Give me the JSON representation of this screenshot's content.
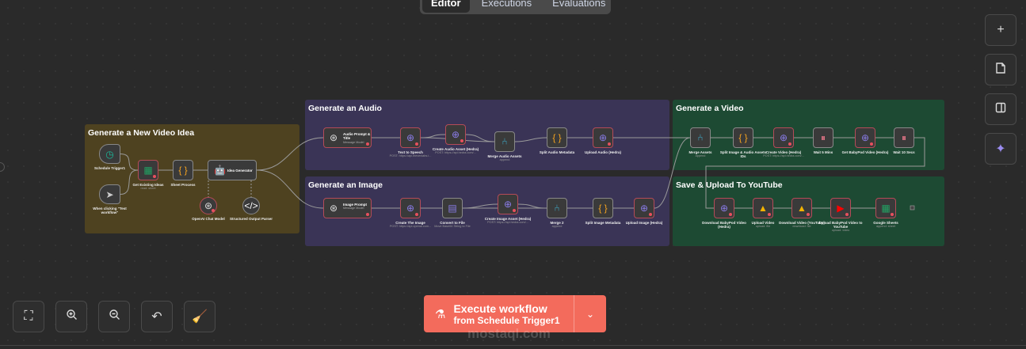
{
  "tabs": [
    "Editor",
    "Executions",
    "Evaluations"
  ],
  "sections": {
    "idea": {
      "title": "Generate a New Video Idea",
      "color": "#4e4220"
    },
    "audio": {
      "title": "Generate an Audio",
      "color": "#3a3456"
    },
    "image": {
      "title": "Generate an Image",
      "color": "#3a3456"
    },
    "video": {
      "title": "Generate a Video",
      "color": "#1d4a33"
    },
    "youtube": {
      "title": "Save & Upload To YouTube",
      "color": "#1d4a33"
    }
  },
  "nodes": {
    "schedule_trigger": {
      "label": "Schedule Trigger1",
      "icon": "clock-icon"
    },
    "manual_trigger": {
      "label": "When clicking \"Test workflow\"",
      "icon": "cursor-icon"
    },
    "get_existing_ideas": {
      "label": "Get Existing Ideas",
      "sub": "read: sheet",
      "icon": "google-sheets-icon"
    },
    "sheet_process": {
      "label": "Sheet Process",
      "icon": "code-icon"
    },
    "idea_generator": {
      "label": "Idea Generator",
      "icon": "robot-icon"
    },
    "openai_chat_model": {
      "label": "OpenAI Chat Model",
      "icon": "openai-icon"
    },
    "structured_output_parser": {
      "label": "Structured Output Parser",
      "icon": "code-brackets-icon"
    },
    "audio_prompt": {
      "label": "Audio Prompt & Title",
      "sub": "Message Model",
      "icon": "openai-icon"
    },
    "text_to_speech": {
      "label": "Text to Speech",
      "sub": "POST: https://api.elevenlabs.i...",
      "icon": "globe-icon"
    },
    "create_audio_asset": {
      "label": "Create Audio Asset (Hedra)",
      "sub": "POST: https://api.hedra.com/...",
      "icon": "globe-icon"
    },
    "merge_audio_assets": {
      "label": "Merge Audio Assets",
      "sub": "append",
      "icon": "merge-icon"
    },
    "split_audio_metadata": {
      "label": "Split Audio Metadata",
      "icon": "code-icon"
    },
    "upload_audio": {
      "label": "Upload Audio (Hedra)",
      "icon": "globe-icon"
    },
    "image_prompt": {
      "label": "Image Prompt",
      "sub": "Message Model",
      "icon": "openai-icon"
    },
    "create_the_image": {
      "label": "Create The Image",
      "sub": "POST: https://api.openai.com...",
      "icon": "globe-icon"
    },
    "convert_to_file": {
      "label": "Convert to File",
      "sub": "Move Base64 String to File",
      "icon": "file-icon"
    },
    "create_image_asset": {
      "label": "Create Image Asset (Hedra)",
      "sub": "POST: https://api.hedra.com/...",
      "icon": "globe-icon"
    },
    "merge_2": {
      "label": "Merge 2",
      "sub": "append",
      "icon": "merge-icon"
    },
    "split_image_metadata": {
      "label": "Split Image Metadata",
      "icon": "code-icon"
    },
    "upload_image": {
      "label": "Upload Image (Hedra)",
      "icon": "globe-icon"
    },
    "merge_assets": {
      "label": "Merge Assets",
      "sub": "append",
      "icon": "merge-icon"
    },
    "split_ids": {
      "label": "Split Image & Audio Assets IDs",
      "icon": "code-icon"
    },
    "create_video": {
      "label": "Create Video (Hedra)",
      "sub": "POST: https://api.hedra.com/...",
      "icon": "globe-icon"
    },
    "wait_5": {
      "label": "Wait 5 Mins",
      "icon": "pause-icon"
    },
    "get_babypod": {
      "label": "Get BabyPod Video (Hedra)",
      "icon": "globe-icon"
    },
    "wait_10": {
      "label": "Wait 10 Secs",
      "icon": "pause-icon"
    },
    "download_babypod": {
      "label": "Download BabyPod Video (Hedra)",
      "icon": "globe-icon"
    },
    "upload_video": {
      "label": "Upload Video",
      "sub": "upload: file",
      "icon": "google-drive-icon"
    },
    "download_video": {
      "label": "Download Video (YouTube)",
      "sub": "download: file",
      "icon": "google-drive-icon"
    },
    "upload_youtube": {
      "label": "Upload BabyPod Video to YouTube",
      "sub": "upload: video",
      "icon": "youtube-icon"
    },
    "google_sheets": {
      "label": "Google Sheets",
      "sub": "append: sheet",
      "icon": "google-sheets-icon"
    }
  },
  "execute": {
    "title": "Execute workflow",
    "subtitle": "from Schedule Trigger1"
  },
  "watermark": "mostaql.com",
  "accent": "#f36b5c"
}
